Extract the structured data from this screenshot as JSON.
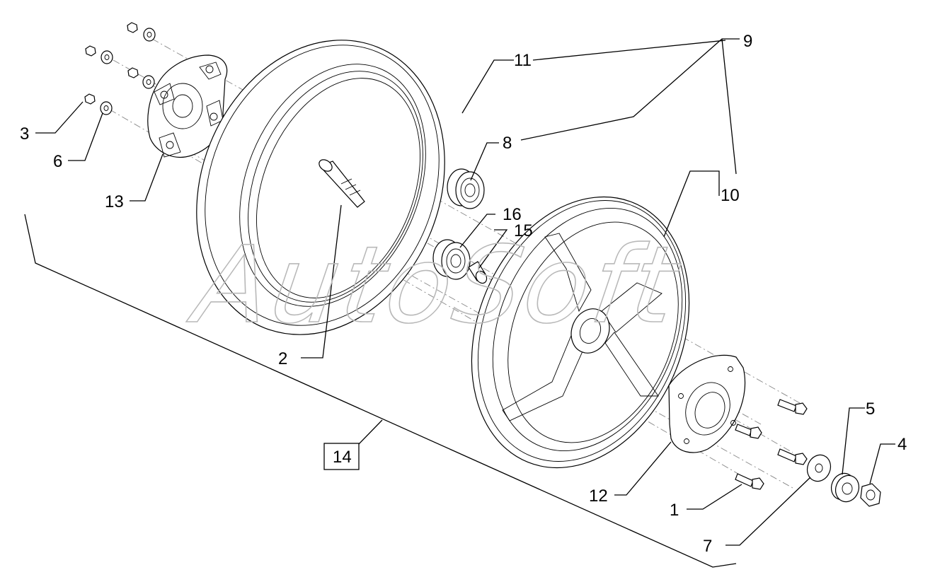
{
  "watermark": "AutoSoft",
  "callouts": {
    "p1": "1",
    "p2": "2",
    "p3": "3",
    "p4": "4",
    "p5": "5",
    "p6": "6",
    "p7": "7",
    "p8": "8",
    "p9": "9",
    "p10": "10",
    "p11": "11",
    "p12": "12",
    "p13": "13",
    "p14": "14",
    "p15": "15",
    "p16": "16"
  }
}
